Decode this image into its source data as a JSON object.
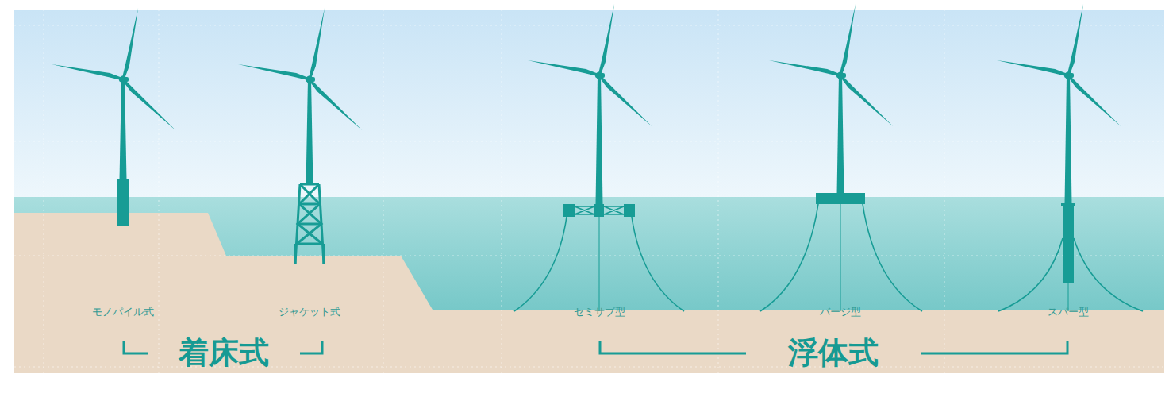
{
  "diagram": {
    "labels": [
      "モノパイル式",
      "ジャケット式",
      "セミサブ型",
      "バージ型",
      "スパー型",
      "着床式",
      "浮体式"
    ]
  }
}
